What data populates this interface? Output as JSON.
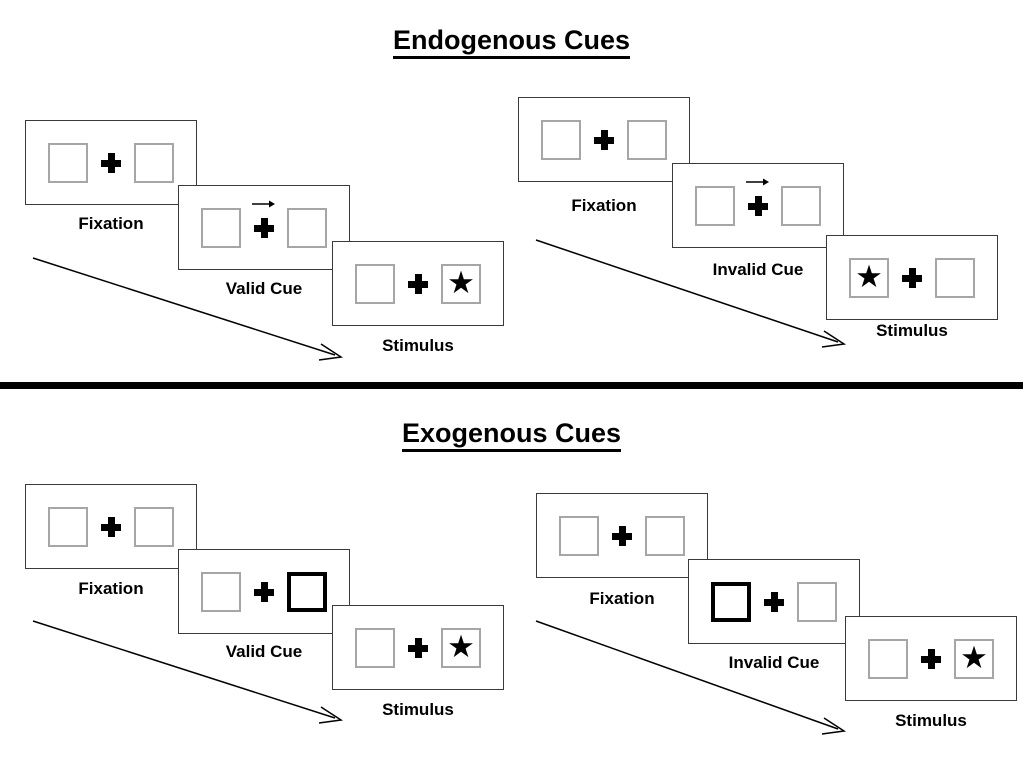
{
  "sections": [
    {
      "id": "endogenous",
      "title": "Endogenous Cues",
      "conditions": [
        {
          "id": "endogenous-valid",
          "frames": [
            {
              "id": "endo-valid-fixation",
              "caption": "Fixation",
              "left_box": {
                "cued": false,
                "stimulus": ""
              },
              "right_box": {
                "cued": false,
                "stimulus": ""
              },
              "arrow": "none"
            },
            {
              "id": "endo-valid-cue",
              "caption": "Valid Cue",
              "left_box": {
                "cued": false,
                "stimulus": ""
              },
              "right_box": {
                "cued": false,
                "stimulus": ""
              },
              "arrow": "right"
            },
            {
              "id": "endo-valid-stimulus",
              "caption": "Stimulus",
              "left_box": {
                "cued": false,
                "stimulus": ""
              },
              "right_box": {
                "cued": false,
                "stimulus": "star"
              },
              "arrow": "none"
            }
          ]
        },
        {
          "id": "endogenous-invalid",
          "frames": [
            {
              "id": "endo-invalid-fixation",
              "caption": "Fixation",
              "left_box": {
                "cued": false,
                "stimulus": ""
              },
              "right_box": {
                "cued": false,
                "stimulus": ""
              },
              "arrow": "none"
            },
            {
              "id": "endo-invalid-cue",
              "caption": "Invalid Cue",
              "left_box": {
                "cued": false,
                "stimulus": ""
              },
              "right_box": {
                "cued": false,
                "stimulus": ""
              },
              "arrow": "right"
            },
            {
              "id": "endo-invalid-stimulus",
              "caption": "Stimulus",
              "left_box": {
                "cued": false,
                "stimulus": "star"
              },
              "right_box": {
                "cued": false,
                "stimulus": ""
              },
              "arrow": "none"
            }
          ]
        }
      ]
    },
    {
      "id": "exogenous",
      "title": "Exogenous Cues",
      "conditions": [
        {
          "id": "exogenous-valid",
          "frames": [
            {
              "id": "exo-valid-fixation",
              "caption": "Fixation",
              "left_box": {
                "cued": false,
                "stimulus": ""
              },
              "right_box": {
                "cued": false,
                "stimulus": ""
              },
              "arrow": "none"
            },
            {
              "id": "exo-valid-cue",
              "caption": "Valid Cue",
              "left_box": {
                "cued": false,
                "stimulus": ""
              },
              "right_box": {
                "cued": true,
                "stimulus": ""
              },
              "arrow": "none"
            },
            {
              "id": "exo-valid-stimulus",
              "caption": "Stimulus",
              "left_box": {
                "cued": false,
                "stimulus": ""
              },
              "right_box": {
                "cued": false,
                "stimulus": "star"
              },
              "arrow": "none"
            }
          ]
        },
        {
          "id": "exogenous-invalid",
          "frames": [
            {
              "id": "exo-invalid-fixation",
              "caption": "Fixation",
              "left_box": {
                "cued": false,
                "stimulus": ""
              },
              "right_box": {
                "cued": false,
                "stimulus": ""
              },
              "arrow": "none"
            },
            {
              "id": "exo-invalid-cue",
              "caption": "Invalid Cue",
              "left_box": {
                "cued": true,
                "stimulus": ""
              },
              "right_box": {
                "cued": false,
                "stimulus": ""
              },
              "arrow": "none"
            },
            {
              "id": "exo-invalid-stimulus",
              "caption": "Stimulus",
              "left_box": {
                "cued": false,
                "stimulus": ""
              },
              "right_box": {
                "cued": false,
                "stimulus": "star"
              },
              "arrow": "none"
            }
          ]
        }
      ]
    }
  ],
  "glyphs": {
    "star": "★"
  },
  "colors": {
    "frame_border": "#3a3a3a",
    "box_border": "#a6a6a6",
    "cued_box_border": "#000000",
    "text": "#000000",
    "divider": "#000000"
  }
}
